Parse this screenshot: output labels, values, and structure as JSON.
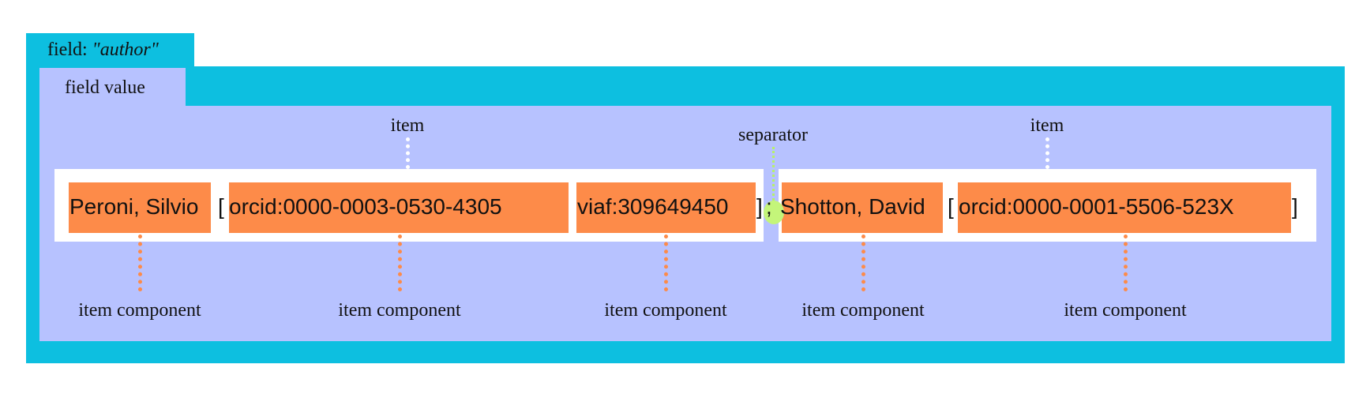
{
  "field": {
    "label_prefix": "field: ",
    "name": "\"author\""
  },
  "field_value": {
    "label": "field value"
  },
  "items": [
    {
      "label": "item"
    },
    {
      "label": "item"
    }
  ],
  "separator": {
    "label": "separator",
    "glyph": ";"
  },
  "tokens": {
    "name1": "Peroni, Silvio",
    "bracket_open1": "[",
    "orcid1": "orcid:0000-0003-0530-4305",
    "viaf1": "viaf:309649450",
    "bracket_close1": "]",
    "name2": "Shotton, David",
    "bracket_open2": "[",
    "orcid2": "orcid:0000-0001-5506-523X",
    "bracket_close2": "]"
  },
  "components": [
    {
      "label": "item component"
    },
    {
      "label": "item component"
    },
    {
      "label": "item component"
    },
    {
      "label": "item component"
    },
    {
      "label": "item component"
    }
  ],
  "colors": {
    "field_bg": "#0dbfe0",
    "field_value_bg": "#b7c2ff",
    "component_bg": "#fd8b49",
    "separator_marker": "#c4f57a"
  }
}
